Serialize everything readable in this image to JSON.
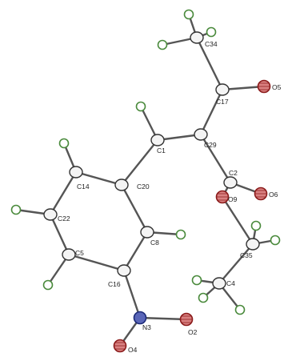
{
  "colors": {
    "carbon_fill": "#f4f4f4",
    "carbon_stroke": "#333333",
    "hydrogen_stroke": "#4a8a3c",
    "oxygen_fill": "#d98080",
    "oxygen_stroke": "#8b1b1b",
    "nitrogen_fill": "#5a66b8",
    "nitrogen_stroke": "#1c2a78",
    "label_color": "#222222"
  },
  "atoms": [
    {
      "id": "c34",
      "element": "C",
      "label": "C34"
    },
    {
      "id": "c17",
      "element": "C",
      "label": "C17"
    },
    {
      "id": "o5",
      "element": "O",
      "label": "O5"
    },
    {
      "id": "c1",
      "element": "C",
      "label": "C1"
    },
    {
      "id": "c29",
      "element": "C",
      "label": "C29"
    },
    {
      "id": "c2",
      "element": "C",
      "label": "C2"
    },
    {
      "id": "o6",
      "element": "O",
      "label": "O6"
    },
    {
      "id": "o9",
      "element": "O",
      "label": "O9"
    },
    {
      "id": "c14",
      "element": "C",
      "label": "C14"
    },
    {
      "id": "c20",
      "element": "C",
      "label": "C20"
    },
    {
      "id": "c22",
      "element": "C",
      "label": "C22"
    },
    {
      "id": "c8",
      "element": "C",
      "label": "C8"
    },
    {
      "id": "c35",
      "element": "C",
      "label": "C35"
    },
    {
      "id": "c5",
      "element": "C",
      "label": "C5"
    },
    {
      "id": "c16",
      "element": "C",
      "label": "C16"
    },
    {
      "id": "c4",
      "element": "C",
      "label": "C4"
    },
    {
      "id": "n3",
      "element": "N",
      "label": "N3"
    },
    {
      "id": "o2",
      "element": "O",
      "label": "O2"
    },
    {
      "id": "o4",
      "element": "O",
      "label": "O4"
    }
  ]
}
